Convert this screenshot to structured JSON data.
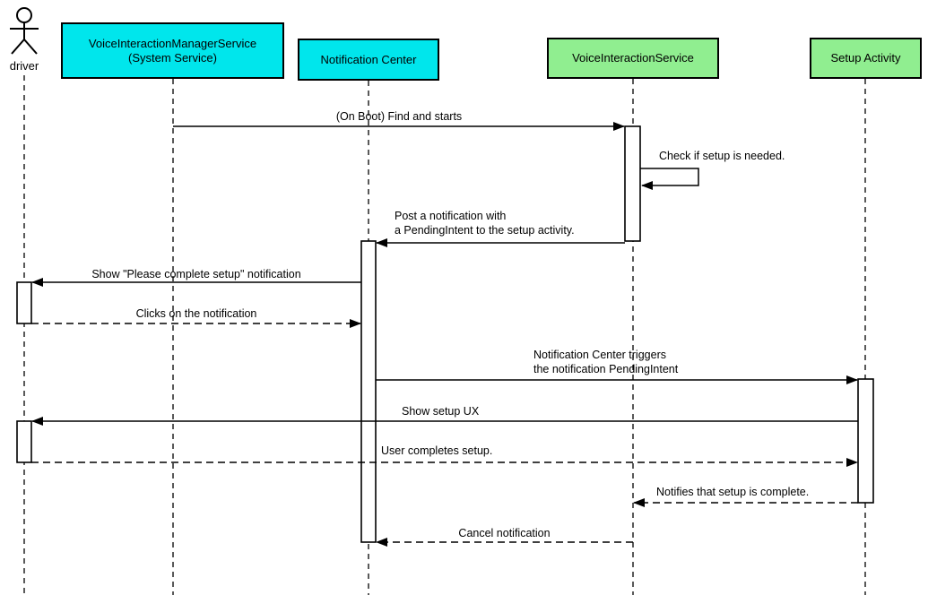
{
  "diagram_type": "uml-sequence-diagram",
  "colors": {
    "service_box_fill": "#00e6ec",
    "activity_box_fill": "#90ee90",
    "line": "#000000",
    "background": "#ffffff"
  },
  "actor": {
    "label": "driver"
  },
  "participants": [
    {
      "id": "voice-interaction-manager-service",
      "label": "VoiceInteractionManagerService\n(System Service)",
      "fill": "#00e6ec"
    },
    {
      "id": "notification-center",
      "label": "Notification Center",
      "fill": "#00e6ec"
    },
    {
      "id": "voice-interaction-service",
      "label": "VoiceInteractionService",
      "fill": "#90ee90"
    },
    {
      "id": "setup-activity",
      "label": "Setup Activity",
      "fill": "#90ee90"
    }
  ],
  "messages": [
    {
      "text": "(On Boot) Find and starts",
      "from": "VoiceInteractionManagerService (System Service)",
      "to": "VoiceInteractionService",
      "line": "solid"
    },
    {
      "text": "Check if setup is needed.",
      "from": "VoiceInteractionService",
      "to": "VoiceInteractionService",
      "line": "solid"
    },
    {
      "text": "Post a notification with\na PendingIntent to the setup activity.",
      "from": "VoiceInteractionService",
      "to": "Notification Center",
      "line": "solid"
    },
    {
      "text": "Show \"Please complete setup\" notification",
      "from": "Notification Center",
      "to": "driver",
      "line": "solid"
    },
    {
      "text": "Clicks on the notification",
      "from": "driver",
      "to": "Notification Center",
      "line": "dashed"
    },
    {
      "text": "Notification Center triggers\nthe notification PendingIntent",
      "from": "Notification Center",
      "to": "Setup Activity",
      "line": "solid"
    },
    {
      "text": "Show setup UX",
      "from": "Setup Activity",
      "to": "driver",
      "line": "solid"
    },
    {
      "text": "User completes setup.",
      "from": "driver",
      "to": "Setup Activity",
      "line": "dashed"
    },
    {
      "text": "Notifies that setup is complete.",
      "from": "Setup Activity",
      "to": "VoiceInteractionService",
      "line": "dashed"
    },
    {
      "text": "Cancel notification",
      "from": "VoiceInteractionService",
      "to": "Notification Center",
      "line": "dashed"
    }
  ]
}
